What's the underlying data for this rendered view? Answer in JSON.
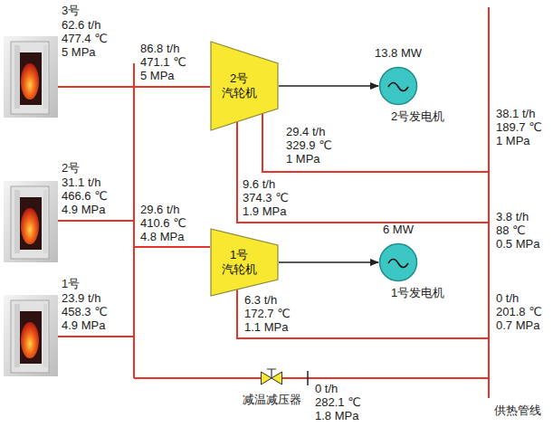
{
  "diagram": {
    "nodes": [
      {
        "text": [
          "3号"
        ]
      },
      {
        "text": [
          "2号 汽轮机"
        ]
      },
      {
        "text": [
          "13.8 MW",
          "2号发电机"
        ]
      },
      {
        "text": [
          "2号"
        ]
      },
      {
        "text": [
          "1号 汽轮机"
        ]
      },
      {
        "text": [
          "6 MW",
          "1号发电机"
        ]
      },
      {
        "text": [
          "1号"
        ]
      },
      {
        "text": [
          "减温减压器"
        ]
      }
    ],
    "edges": [
      {
        "from": 1,
        "to": 2,
        "arrow": "to"
      },
      {
        "from": 4,
        "to": 5,
        "arrow": "to"
      }
    ],
    "labels": [
      "62.6 t/h 477.4 ℃ 5 MPa",
      "86.8 t/h 471.1 ℃ 5 MPa",
      "29.4 t/h 329.9 ℃ 1 MPa",
      "38.1 t/h 189.7 ℃ 1 MPa",
      "9.6 t/h 374.3 ℃ 1.9 MPa",
      "31.1 t/h 466.6 ℃ 4.9 MPa",
      "29.6 t/h 410.6 ℃ 4.8 MPa",
      "3.8 t/h 88 ℃ 0.5 MPa",
      "6.3 t/h 172.7 ℃ 1.1 MPa",
      "23.9 t/h 458.3 ℃ 4.9 MPa",
      "0 t/h 201.8 ℃ 0.7 MPa",
      "0 t/h 282.1 ℃ 1.8 MPa",
      "供热管线"
    ]
  }
}
